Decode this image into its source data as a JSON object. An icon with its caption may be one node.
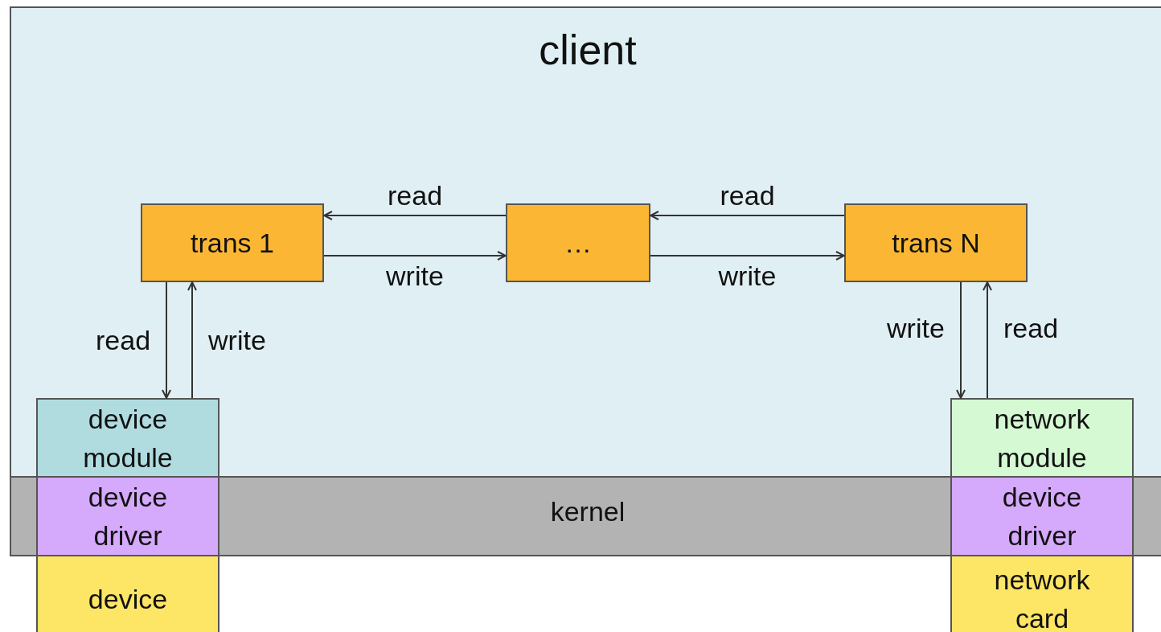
{
  "diagram": {
    "nodes": [
      {
        "text": [
          "client"
        ]
      },
      {
        "text": [
          "kernel"
        ]
      },
      {
        "text": [
          "trans 1"
        ],
        "in": 0
      },
      {
        "text": [
          "…"
        ],
        "in": 0
      },
      {
        "text": [
          "trans N"
        ],
        "in": 0
      },
      {
        "text": [
          "device module"
        ],
        "in": 0
      },
      {
        "text": [
          "device driver"
        ],
        "in": 1
      },
      {
        "text": [
          "device"
        ]
      },
      {
        "text": [
          "network module"
        ],
        "in": 0
      },
      {
        "text": [
          "device driver"
        ],
        "in": 1
      },
      {
        "text": [
          "network card"
        ]
      }
    ],
    "edges": [
      {
        "from": 3,
        "to": 2,
        "arrow": "to",
        "label": "read"
      },
      {
        "from": 2,
        "to": 3,
        "arrow": "to",
        "label": "write"
      },
      {
        "from": 4,
        "to": 3,
        "arrow": "to",
        "label": "read"
      },
      {
        "from": 3,
        "to": 4,
        "arrow": "to",
        "label": "write"
      },
      {
        "from": 2,
        "to": 5,
        "arrow": "to",
        "label": "read"
      },
      {
        "from": 5,
        "to": 2,
        "arrow": "to",
        "label": "write"
      },
      {
        "from": 4,
        "to": 8,
        "arrow": "to",
        "label": "write"
      },
      {
        "from": 8,
        "to": 4,
        "arrow": "to",
        "label": "read"
      }
    ]
  }
}
